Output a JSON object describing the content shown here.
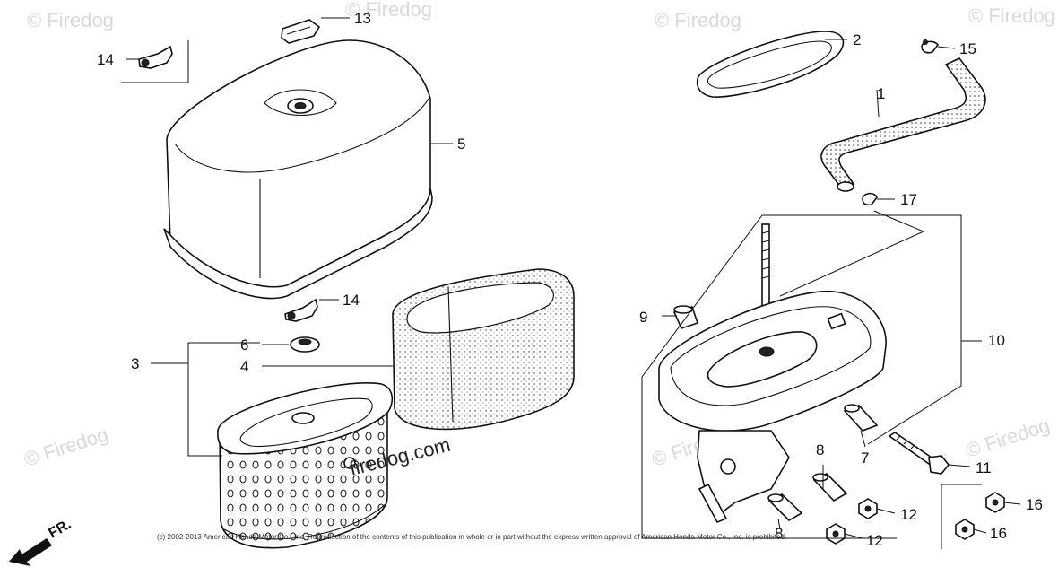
{
  "watermark": "© Firedog",
  "site_label": "firedog.com",
  "direction_label": "FR.",
  "copyright": "(c) 2002-2013 American Honda Motor Co., Inc. Reproduction of the contents of this publication in whole or in part without the express written approval of American Honda Motor Co., Inc. is prohibited.",
  "callouts": {
    "c1": "1",
    "c2": "2",
    "c3": "3",
    "c4": "4",
    "c5": "5",
    "c6": "6",
    "c7": "7",
    "c8a": "8",
    "c8b": "8",
    "c9": "9",
    "c10": "10",
    "c11": "11",
    "c12a": "12",
    "c12b": "12",
    "c13": "13",
    "c14a": "14",
    "c14b": "14",
    "c15": "15",
    "c16a": "16",
    "c16b": "16",
    "c17": "17"
  }
}
